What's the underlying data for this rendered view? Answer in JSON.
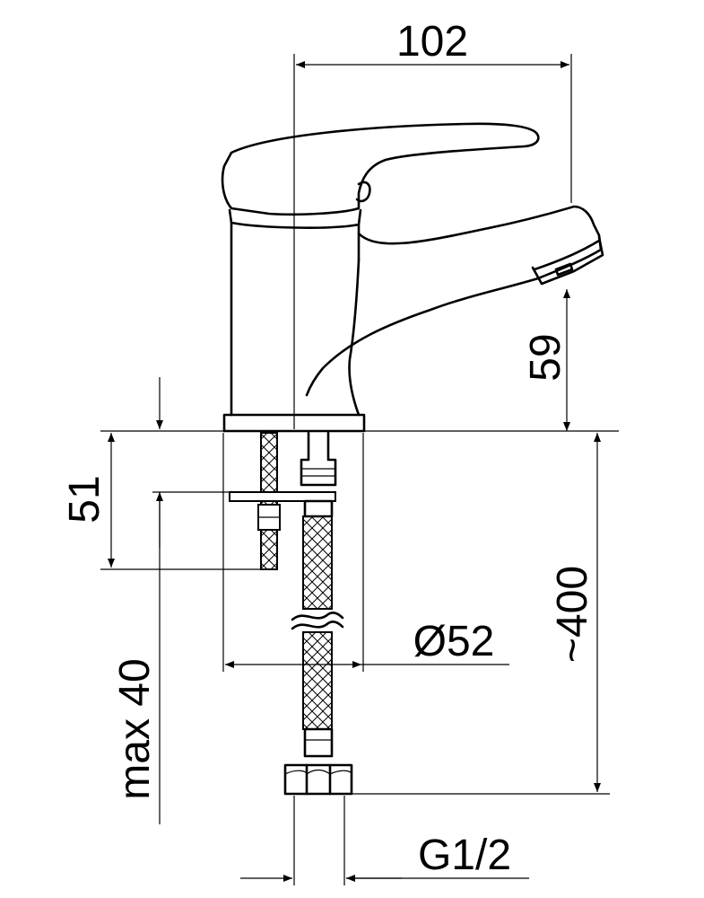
{
  "dimensions": {
    "width_total": "102",
    "spout_height": "59",
    "mount_thickness": "51",
    "max_counter": "max 40",
    "base_diameter": "Ø52",
    "hose_length": "~400",
    "thread": "G1/2"
  }
}
